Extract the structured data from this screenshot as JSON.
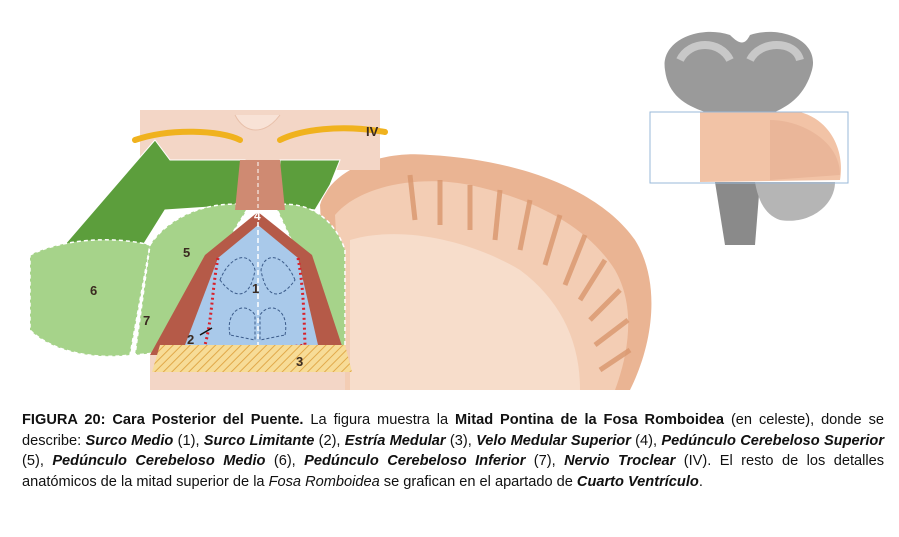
{
  "figure": {
    "labels": {
      "l1": "1",
      "l2": "2",
      "l3": "3",
      "l4": "4",
      "l5": "5",
      "l6": "6",
      "l7": "7",
      "liv": "IV"
    },
    "colors": {
      "fossa": "#a9c9ea",
      "dark_green": "#5c9e3c",
      "light_green": "#a6d38a",
      "cerebellum": "#e6b08f",
      "border": "#b55a48",
      "nerve": "#f0b21e"
    }
  },
  "caption": {
    "figure_label": "FIGURA 20: Cara Posterior del Puente.",
    "t1": " La figura muestra la ",
    "b1": "Mitad Pontina de la Fosa Romboidea",
    "t2": " (en celeste), donde se describe: ",
    "i1": "Surco Medio",
    "t3": " (1), ",
    "i2": "Surco Limitante",
    "t4": " (2), ",
    "i3": "Estría Medular",
    "t5": " (3), ",
    "i4": "Velo Medular Superior",
    "t6": " (4), ",
    "i5": "Pedúnculo Cerebeloso Superior",
    "t7": " (5), ",
    "i6": "Pedúnculo Cerebeloso Medio",
    "t8": " (6), ",
    "i7": "Pedúnculo Cerebeloso Inferior",
    "t9": " (7), ",
    "i8": "Nervio Troclear",
    "t10": " (IV). El resto de los detalles anatómicos de la mitad superior de la ",
    "it1": "Fosa Romboidea",
    "t11": " se grafican en el apartado de ",
    "i9": "Cuarto Ventrículo",
    "t12": "."
  }
}
